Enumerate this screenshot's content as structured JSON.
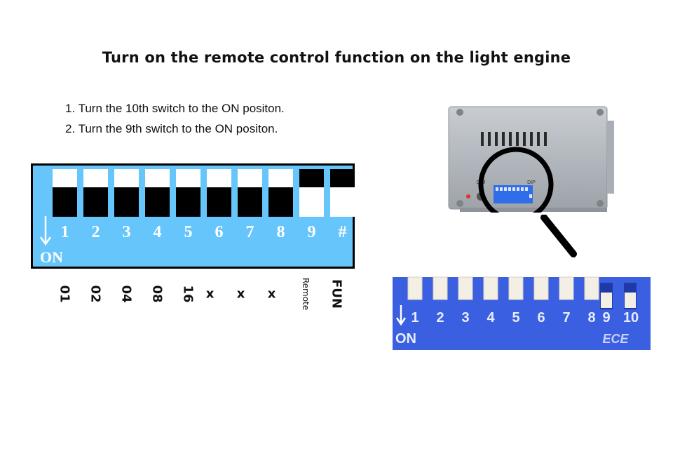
{
  "title": "Turn on the remote control function on the light engine",
  "steps": [
    "1. Turn the 10th switch to the ON positon.",
    "2. Turn the 9th switch to the ON positon."
  ],
  "diagram": {
    "on_label": "ON",
    "switches": [
      {
        "label": "1",
        "state": "off"
      },
      {
        "label": "2",
        "state": "off"
      },
      {
        "label": "3",
        "state": "off"
      },
      {
        "label": "4",
        "state": "off"
      },
      {
        "label": "5",
        "state": "off"
      },
      {
        "label": "6",
        "state": "off"
      },
      {
        "label": "7",
        "state": "off"
      },
      {
        "label": "8",
        "state": "off"
      },
      {
        "label": "9",
        "state": "on"
      },
      {
        "label": "#",
        "state": "on"
      }
    ],
    "functions": [
      "01",
      "02",
      "04",
      "08",
      "16",
      "x",
      "x",
      "x",
      "Remote",
      "FUN"
    ]
  },
  "device": {
    "dim_label": "DIM",
    "dip_label": "DIP"
  },
  "zoom": {
    "labels": [
      "1",
      "2",
      "3",
      "4",
      "5",
      "6",
      "7",
      "8",
      "9",
      "10"
    ],
    "on_label": "ON",
    "brand": "ECE",
    "color": "#3a5fe0"
  }
}
